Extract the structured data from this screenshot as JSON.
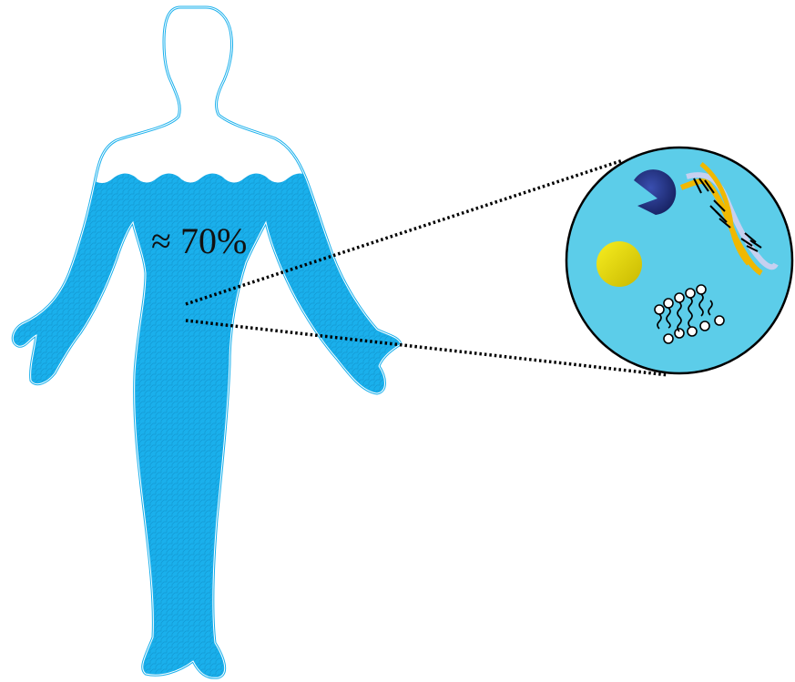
{
  "body_figure": {
    "water_label": "≈ 70%",
    "water_color": "#1ab0ec",
    "air_color": "#ffffff",
    "outline_color": "#1ab0ec"
  },
  "zoom_circle": {
    "fill_color": "#5ccde9",
    "border_color": "#000000",
    "connector_style": "dotted",
    "contents": [
      {
        "name": "dark-blue-molecule",
        "color": "#1a2a78"
      },
      {
        "name": "dna-double-helix",
        "colors": [
          "#f0b800",
          "#b8c4e8"
        ]
      },
      {
        "name": "yellow-sphere",
        "color": "#f0e000"
      },
      {
        "name": "lipid-bilayer",
        "color": "#000000"
      }
    ]
  }
}
